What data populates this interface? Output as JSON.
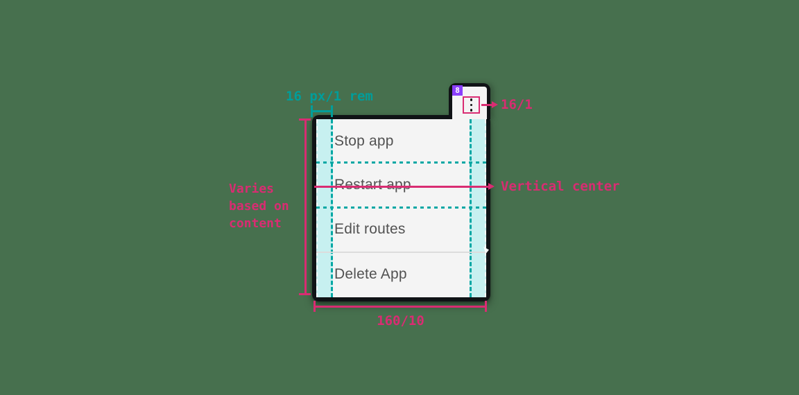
{
  "colors": {
    "background": "#47704e",
    "pink": "#d92c72",
    "teal": "#009d9a",
    "teal_dash": "#00a7a4",
    "cyan_fill": "#c7f0f0",
    "purple": "#8a3ffc",
    "outline": "#101316",
    "surface": "#f4f4f4",
    "item_text": "#525252",
    "divider": "#dcdcdc"
  },
  "trigger": {
    "badge": "8",
    "icon": "overflow-menu-vertical"
  },
  "menu": {
    "items": [
      {
        "label": "Stop app"
      },
      {
        "label": "Restart app"
      },
      {
        "label": "Edit routes"
      },
      {
        "label": "Delete App"
      }
    ]
  },
  "annotations": {
    "padding": "16 px/1 rem",
    "icon_size": "16/1",
    "vertical_center": "Vertical center",
    "height": "Varies\nbased on\ncontent",
    "width": "160/10"
  }
}
